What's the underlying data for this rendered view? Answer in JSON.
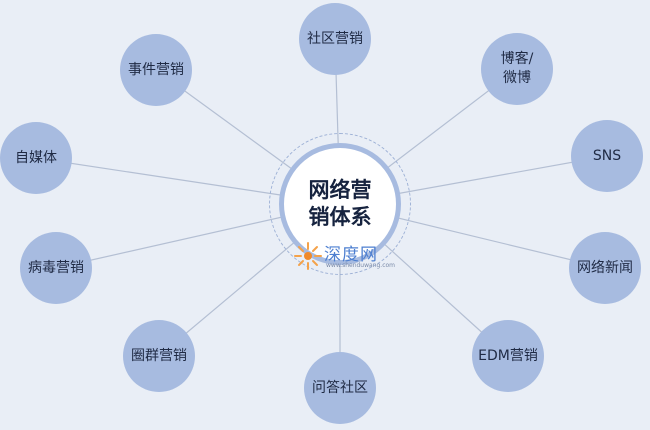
{
  "center": {
    "title": "网络营\n销体系"
  },
  "nodes": [
    {
      "id": "shequ",
      "label": "社区营销"
    },
    {
      "id": "shijian",
      "label": "事件营销"
    },
    {
      "id": "boke",
      "label": "博客/\n微博"
    },
    {
      "id": "meiti",
      "label": "自媒体"
    },
    {
      "id": "sns",
      "label": "SNS"
    },
    {
      "id": "bingdu",
      "label": "病毒营销"
    },
    {
      "id": "xinwen",
      "label": "网络新闻"
    },
    {
      "id": "quanqun",
      "label": "圈群营销"
    },
    {
      "id": "wenda",
      "label": "问答社区"
    },
    {
      "id": "edm",
      "label": "EDM营销"
    }
  ],
  "watermark": {
    "name": "深度网",
    "url": "www.shenduwang.com"
  },
  "colors": {
    "node_fill": "#a7bbe0",
    "line": "#b4bfd3",
    "background": "#e9eef6"
  }
}
